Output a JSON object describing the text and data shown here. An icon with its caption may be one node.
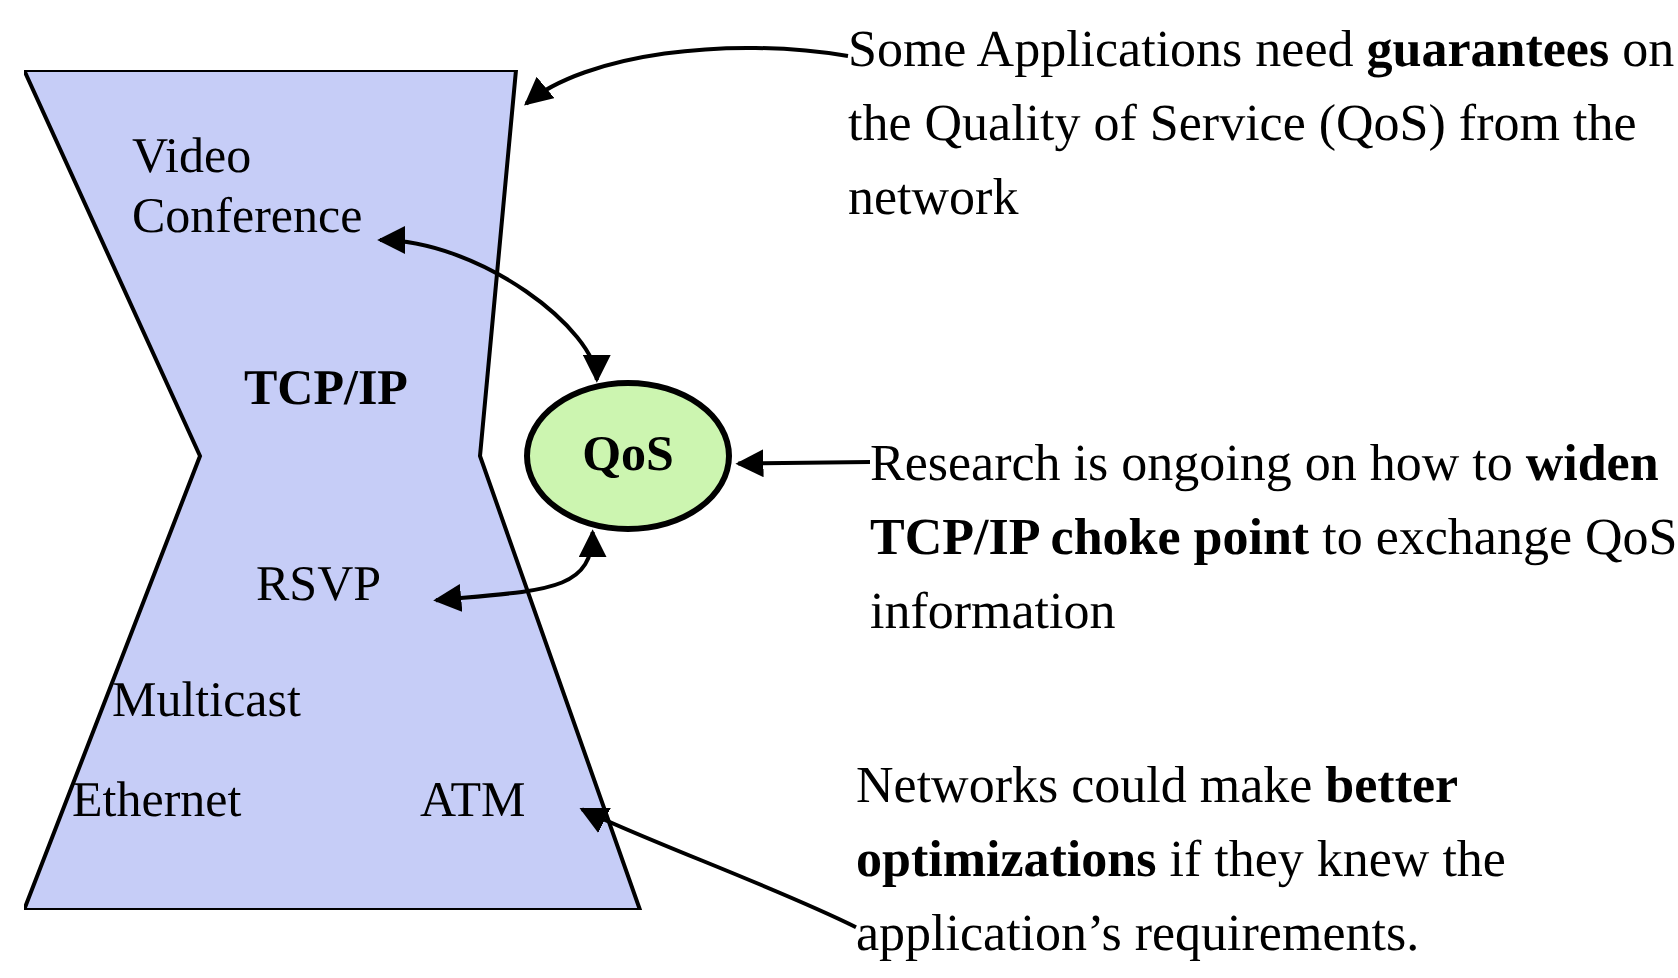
{
  "diagram": {
    "nodes": [
      {
        "text": [],
        "shape": "hourglass"
      },
      {
        "text": [
          "Video Conference"
        ],
        "in": 0
      },
      {
        "text": [
          "TCP/IP"
        ],
        "in": 0
      },
      {
        "text": [
          "RSVP"
        ],
        "in": 0
      },
      {
        "text": [
          "Multicast"
        ],
        "in": 0
      },
      {
        "text": [
          "Ethernet"
        ],
        "in": 0
      },
      {
        "text": [
          "ATM"
        ],
        "in": 0
      },
      {
        "text": [
          "QoS"
        ]
      },
      {
        "text": [
          "Some Applications need **guarantees** on the Quality of Service (QoS) from the network"
        ]
      },
      {
        "text": [
          "Research is ongoing on how to **widen TCP/IP choke point** to exchange QoS information"
        ]
      },
      {
        "text": [
          "Networks could make **better optimizations** if they knew the application’s requirements."
        ]
      }
    ],
    "edges": [
      {
        "from": 8,
        "to": 0,
        "arrow": "to"
      },
      {
        "from": 1,
        "to": 7,
        "arrow": "both"
      },
      {
        "from": 3,
        "to": 7,
        "arrow": "both"
      },
      {
        "from": 9,
        "to": 7,
        "arrow": "to"
      },
      {
        "from": 10,
        "to": 0,
        "arrow": "to"
      }
    ]
  }
}
